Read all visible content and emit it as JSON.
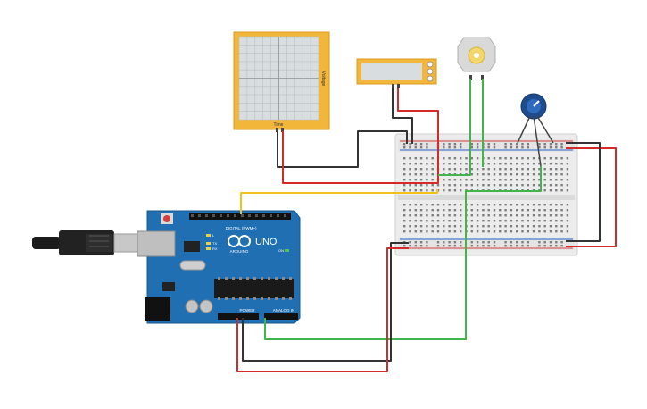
{
  "circuit": {
    "oscilloscope": {
      "x_axis_label": "Time",
      "y_axis_label": "Voltage"
    },
    "arduino": {
      "model_label": "UNO",
      "brand_label": "ARDUINO",
      "digital_label": "DIGITAL (PWM~)",
      "power_label": "POWER",
      "analog_label": "ANALOG IN",
      "tx_label": "TX",
      "rx_label": "RX",
      "l_label": "L",
      "on_label": "ON"
    },
    "colors": {
      "wire_red": "#d42a2a",
      "wire_black": "#333333",
      "wire_green": "#3fb54a",
      "wire_yellow": "#f2c21b",
      "board_blue": "#1f6fb2"
    }
  }
}
